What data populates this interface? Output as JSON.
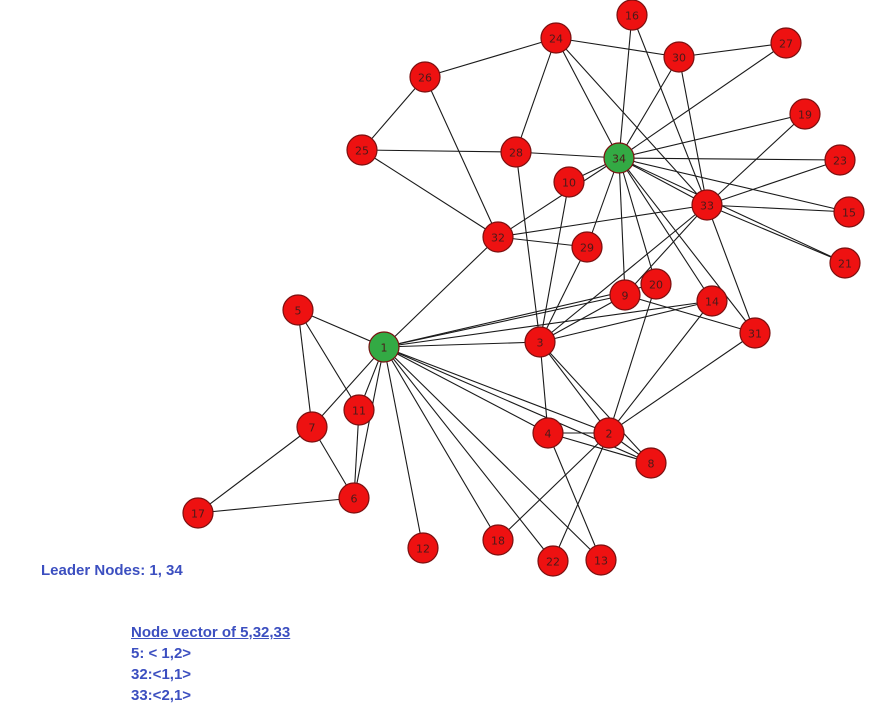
{
  "diagram": {
    "colors": {
      "node": "#ee1111",
      "leader_node": "#33aa44",
      "edge": "#1a1a1a",
      "caption_text": "#3c4fc0"
    },
    "leaders": [
      "1",
      "34"
    ],
    "nodes": [
      "1",
      "2",
      "3",
      "4",
      "5",
      "6",
      "7",
      "8",
      "9",
      "10",
      "11",
      "12",
      "13",
      "14",
      "15",
      "16",
      "17",
      "18",
      "19",
      "20",
      "21",
      "22",
      "23",
      "24",
      "25",
      "26",
      "27",
      "28",
      "29",
      "30",
      "31",
      "32",
      "33",
      "34"
    ],
    "edges": [
      [
        "1",
        "5"
      ],
      [
        "1",
        "6"
      ],
      [
        "1",
        "7"
      ],
      [
        "1",
        "11"
      ],
      [
        "1",
        "12"
      ],
      [
        "1",
        "18"
      ],
      [
        "1",
        "22"
      ],
      [
        "1",
        "13"
      ],
      [
        "1",
        "4"
      ],
      [
        "1",
        "8"
      ],
      [
        "1",
        "2"
      ],
      [
        "1",
        "3"
      ],
      [
        "1",
        "9"
      ],
      [
        "1",
        "14"
      ],
      [
        "1",
        "20"
      ],
      [
        "1",
        "32"
      ],
      [
        "5",
        "7"
      ],
      [
        "5",
        "11"
      ],
      [
        "7",
        "6"
      ],
      [
        "7",
        "17"
      ],
      [
        "6",
        "11"
      ],
      [
        "6",
        "17"
      ],
      [
        "2",
        "3"
      ],
      [
        "2",
        "4"
      ],
      [
        "2",
        "8"
      ],
      [
        "2",
        "14"
      ],
      [
        "2",
        "18"
      ],
      [
        "2",
        "20"
      ],
      [
        "2",
        "22"
      ],
      [
        "2",
        "31"
      ],
      [
        "3",
        "4"
      ],
      [
        "3",
        "8"
      ],
      [
        "3",
        "9"
      ],
      [
        "3",
        "10"
      ],
      [
        "3",
        "14"
      ],
      [
        "3",
        "28"
      ],
      [
        "3",
        "29"
      ],
      [
        "3",
        "33"
      ],
      [
        "4",
        "8"
      ],
      [
        "4",
        "13"
      ],
      [
        "9",
        "31"
      ],
      [
        "9",
        "33"
      ],
      [
        "9",
        "34"
      ],
      [
        "14",
        "34"
      ],
      [
        "20",
        "34"
      ],
      [
        "10",
        "34"
      ],
      [
        "15",
        "33"
      ],
      [
        "15",
        "34"
      ],
      [
        "16",
        "33"
      ],
      [
        "16",
        "34"
      ],
      [
        "19",
        "33"
      ],
      [
        "19",
        "34"
      ],
      [
        "21",
        "33"
      ],
      [
        "21",
        "34"
      ],
      [
        "23",
        "33"
      ],
      [
        "23",
        "34"
      ],
      [
        "24",
        "26"
      ],
      [
        "24",
        "28"
      ],
      [
        "24",
        "30"
      ],
      [
        "24",
        "33"
      ],
      [
        "24",
        "34"
      ],
      [
        "25",
        "26"
      ],
      [
        "25",
        "28"
      ],
      [
        "25",
        "32"
      ],
      [
        "26",
        "32"
      ],
      [
        "27",
        "30"
      ],
      [
        "27",
        "34"
      ],
      [
        "28",
        "34"
      ],
      [
        "29",
        "32"
      ],
      [
        "29",
        "34"
      ],
      [
        "30",
        "33"
      ],
      [
        "30",
        "34"
      ],
      [
        "31",
        "33"
      ],
      [
        "31",
        "34"
      ],
      [
        "32",
        "33"
      ],
      [
        "32",
        "34"
      ],
      [
        "33",
        "34"
      ]
    ]
  },
  "caption": {
    "leader_line": "Leader Nodes: 1, 34"
  },
  "node_vector": {
    "title": "Node vector of 5,32,33",
    "lines": [
      "5: < 1,2>",
      "32:<1,1>",
      "33:<2,1>"
    ]
  }
}
